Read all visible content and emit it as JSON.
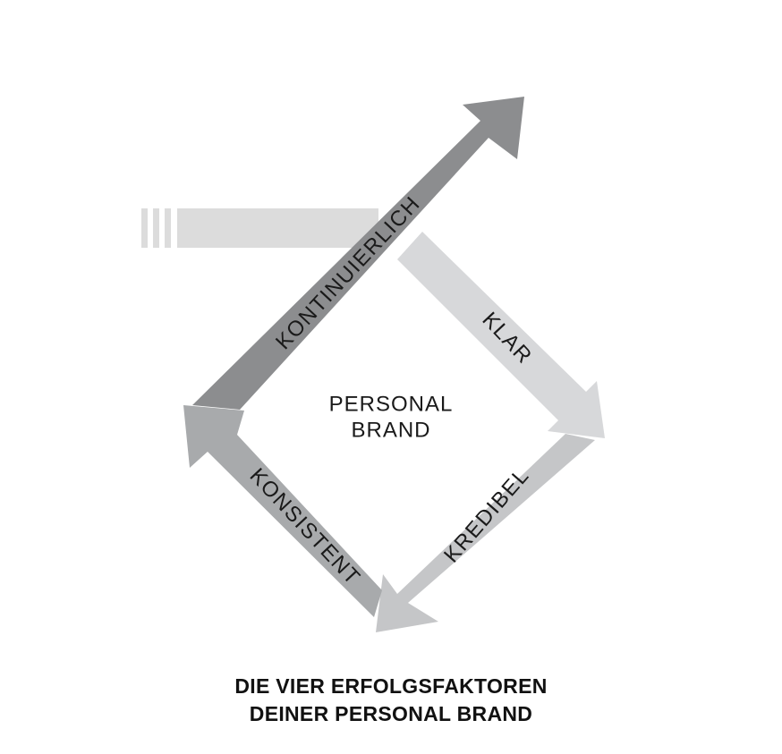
{
  "colors": {
    "background": "#ffffff",
    "start_bar": "#dcdcdc",
    "kontinuierlich": "#8c8d8f",
    "klar": "#d7d8da",
    "kredibel": "#c5c6c8",
    "konsistent": "#a8aaac",
    "text": "#1a1a1a"
  },
  "diagram": {
    "center": [
      "PERSONAL",
      "BRAND"
    ],
    "arrows": {
      "kontinuierlich": "KONTINUIERLICH",
      "klar": "KLAR",
      "kredibel": "KREDIBEL",
      "konsistent": "KONSISTENT"
    }
  },
  "caption": {
    "line1": "DIE VIER ERFOLGSFAKTOREN",
    "line2": "DEINER PERSONAL BRAND"
  }
}
